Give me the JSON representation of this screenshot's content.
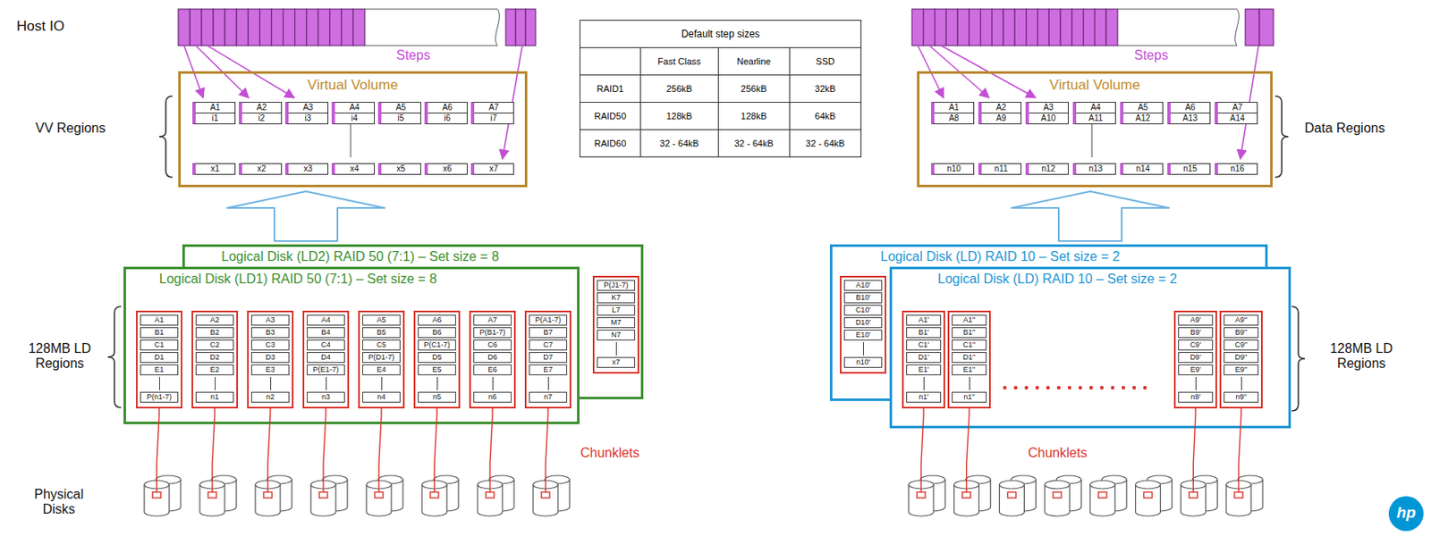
{
  "diagram": {
    "nodes": [
      {
        "text": [
          "Virtual Volume"
        ]
      },
      {
        "text": [
          "A1",
          "i1"
        ],
        "in": 0
      },
      {
        "text": [
          "A2",
          "i2"
        ],
        "in": 0
      },
      {
        "text": [
          "A3",
          "i3"
        ],
        "in": 0
      },
      {
        "text": [
          "A4",
          "i4"
        ],
        "in": 0
      },
      {
        "text": [
          "A5",
          "i5"
        ],
        "in": 0
      },
      {
        "text": [
          "A6",
          "i6"
        ],
        "in": 0
      },
      {
        "text": [
          "A7",
          "i7"
        ],
        "in": 0
      },
      {
        "text": [
          "x1"
        ],
        "in": 0
      },
      {
        "text": [
          "x2"
        ],
        "in": 0
      },
      {
        "text": [
          "x3"
        ],
        "in": 0
      },
      {
        "text": [
          "x4"
        ],
        "in": 0
      },
      {
        "text": [
          "x5"
        ],
        "in": 0
      },
      {
        "text": [
          "x6"
        ],
        "in": 0
      },
      {
        "text": [
          "x7"
        ],
        "in": 0
      },
      {
        "text": [
          "Logical Disk (LD2) RAID 50 (7:1) – Set size = 8"
        ]
      },
      {
        "text": [
          "P(J1-7)",
          "K7",
          "L7",
          "M7",
          "N7",
          "x7"
        ],
        "in": 15
      },
      {
        "text": [
          "Logical Disk (LD1) RAID 50 (7:1) – Set size = 8"
        ]
      },
      {
        "text": [
          "A1",
          "B1",
          "C1",
          "D1",
          "E1",
          "P(n1-7)"
        ],
        "in": 17
      },
      {
        "text": [
          "A2",
          "B2",
          "C2",
          "D2",
          "E2",
          "n1"
        ],
        "in": 17
      },
      {
        "text": [
          "A3",
          "B3",
          "C3",
          "D3",
          "E3",
          "n2"
        ],
        "in": 17
      },
      {
        "text": [
          "A4",
          "B4",
          "C4",
          "D4",
          "P(E1-7)",
          "n3"
        ],
        "in": 17
      },
      {
        "text": [
          "A5",
          "B5",
          "C5",
          "P(D1-7)",
          "E4",
          "n4"
        ],
        "in": 17
      },
      {
        "text": [
          "A6",
          "B6",
          "P(C1-7)",
          "D5",
          "E5",
          "n5"
        ],
        "in": 17
      },
      {
        "text": [
          "A7",
          "P(B1-7)",
          "C6",
          "D6",
          "E6",
          "n6"
        ],
        "in": 17
      },
      {
        "text": [
          "P(A1-7)",
          "B7",
          "C7",
          "D7",
          "E7",
          "n7"
        ],
        "in": 17
      },
      {
        "text": [
          "Virtual Volume"
        ]
      },
      {
        "text": [
          "A1",
          "A8"
        ],
        "in": 26
      },
      {
        "text": [
          "A2",
          "A9"
        ],
        "in": 26
      },
      {
        "text": [
          "A3",
          "A10"
        ],
        "in": 26
      },
      {
        "text": [
          "A4",
          "A11"
        ],
        "in": 26
      },
      {
        "text": [
          "A5",
          "A12"
        ],
        "in": 26
      },
      {
        "text": [
          "A6",
          "A13"
        ],
        "in": 26
      },
      {
        "text": [
          "A7",
          "A14"
        ],
        "in": 26
      },
      {
        "text": [
          "n10"
        ],
        "in": 26
      },
      {
        "text": [
          "n11"
        ],
        "in": 26
      },
      {
        "text": [
          "n12"
        ],
        "in": 26
      },
      {
        "text": [
          "n13"
        ],
        "in": 26
      },
      {
        "text": [
          "n14"
        ],
        "in": 26
      },
      {
        "text": [
          "n15"
        ],
        "in": 26
      },
      {
        "text": [
          "n16"
        ],
        "in": 26
      },
      {
        "text": [
          "Logical Disk (LD) RAID 10 – Set size = 2"
        ]
      },
      {
        "text": [
          "A10'",
          "B10'",
          "C10'",
          "D10'",
          "E10'",
          "n10'"
        ],
        "in": 41
      },
      {
        "text": [
          "Logical Disk (LD) RAID 10 – Set size = 2"
        ]
      },
      {
        "text": [
          "A1'",
          "B1'",
          "C1'",
          "D1'",
          "E1'",
          "n1'"
        ],
        "in": 43
      },
      {
        "text": [
          "A1''",
          "B1''",
          "C1''",
          "D1''",
          "E1''",
          "n1''"
        ],
        "in": 43
      },
      {
        "text": [
          "A9'",
          "B9'",
          "C9'",
          "D9'",
          "E9'",
          "n9'"
        ],
        "in": 43
      },
      {
        "text": [
          "A9''",
          "B9''",
          "C9''",
          "D9''",
          "E9''",
          "n9''"
        ],
        "in": 43
      }
    ],
    "edges": [
      {
        "from": 15,
        "to": 0,
        "arrow": "to"
      },
      {
        "from": 41,
        "to": 26,
        "arrow": "to"
      }
    ],
    "labels": [
      "Host IO",
      "Steps",
      "VV Regions",
      "Default step sizes",
      "Fast Class",
      "Nearline",
      "SSD",
      "RAID1",
      "256kB",
      "256kB",
      "32kB",
      "RAID50",
      "128kB",
      "128kB",
      "64kB",
      "RAID60",
      "32 - 64kB",
      "32 - 64kB",
      "32 - 64kB",
      "128MB LD Regions",
      "Chunklets",
      "Physical Disks",
      "Steps",
      "Data Regions",
      "128MB LD Regions",
      "Chunklets",
      "hp"
    ]
  }
}
